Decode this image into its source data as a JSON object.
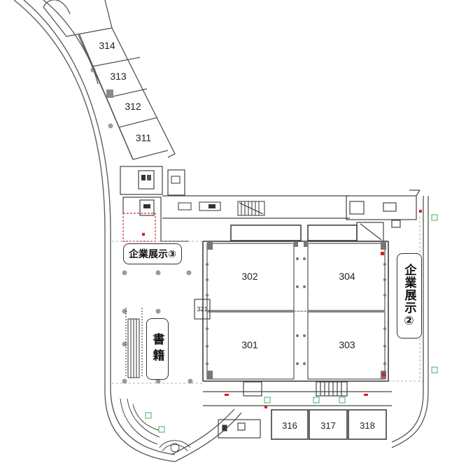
{
  "rooms": {
    "r314": "314",
    "r313": "313",
    "r312": "312",
    "r311": "311",
    "r302": "302",
    "r304": "304",
    "r301": "301",
    "r303": "303",
    "r321": "321",
    "r316": "316",
    "r317": "317",
    "r318": "318"
  },
  "areas": {
    "expo3": "企業展示③",
    "expo2": "企業展示②",
    "books": "書籍"
  },
  "colors": {
    "wall": "#444444",
    "thin_line": "#777777",
    "dash": "#9a9a9a",
    "exit_green": "#1a9a3a",
    "fire_red": "#d42020",
    "column_gray": "#9a9a9a"
  },
  "icons": [
    "exit-sign-icon",
    "toilet-icon",
    "stairs-icon",
    "elevator-icon",
    "fire-extinguisher-icon"
  ]
}
